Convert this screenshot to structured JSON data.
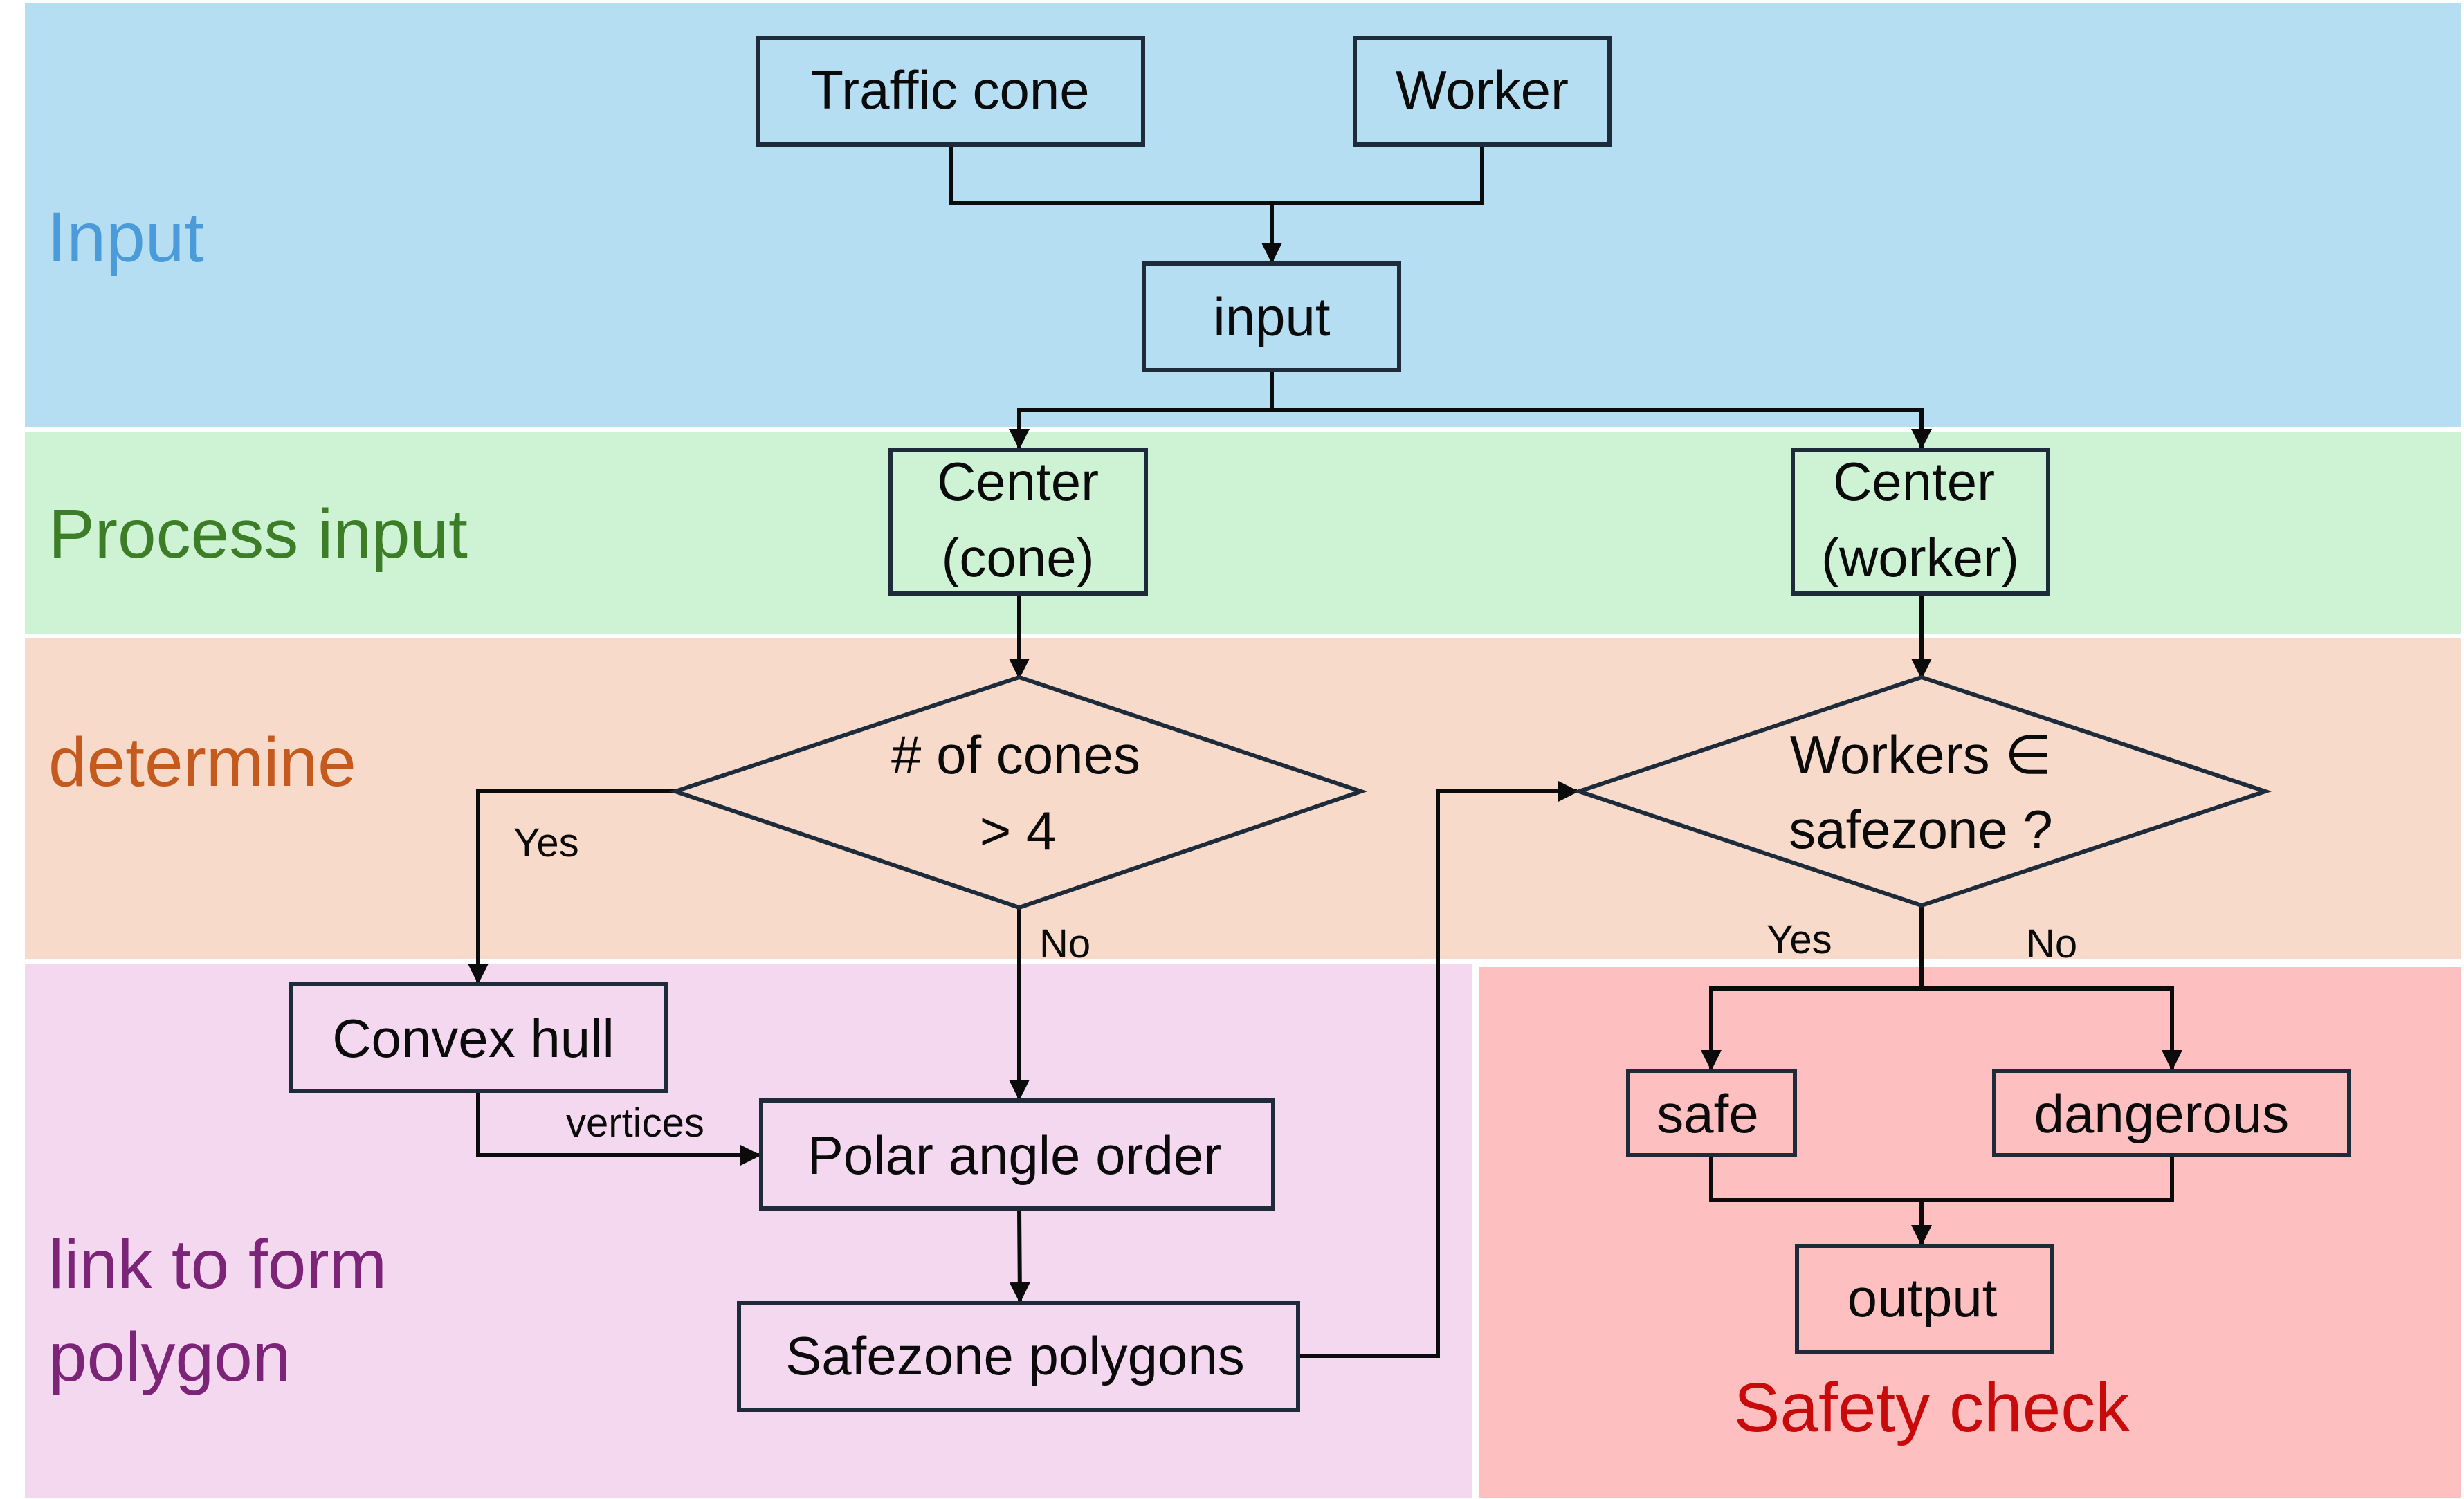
{
  "lanes": {
    "input": {
      "label": "Input",
      "color": "#b5def3",
      "label_color": "#4b9bd8"
    },
    "process": {
      "label": "Process input",
      "color": "#cdf3d4",
      "label_color": "#3d7d28"
    },
    "determine": {
      "label": "determine",
      "color": "#f8dacb",
      "label_color": "#c55a1e"
    },
    "polygon": {
      "label_line1": "link to form",
      "label_line2": "polygon",
      "color": "#f4d8f0",
      "label_color": "#7c2478"
    },
    "safety": {
      "label": "Safety check",
      "color": "#fdbfbf",
      "label_color": "#c90a0a"
    }
  },
  "nodes": {
    "traffic_cone": "Traffic cone",
    "worker": "Worker",
    "input": "input",
    "center_cone_line1": "Center",
    "center_cone_line2": "(cone)",
    "center_worker_line1": "Center",
    "center_worker_line2": "(worker)",
    "cones_decision_line1": "# of cones",
    "cones_decision_line2": "> 4",
    "workers_decision_line1": "Workers ∈",
    "workers_decision_line2": "safezone ?",
    "convex_hull": "Convex hull",
    "polar_angle_order": "Polar angle order",
    "safezone_polygons": "Safezone polygons",
    "safe": "safe",
    "dangerous": "dangerous",
    "output": "output"
  },
  "edge_labels": {
    "cones_yes": "Yes",
    "cones_no": "No",
    "hull_vertices": "vertices",
    "workers_yes": "Yes",
    "workers_no": "No"
  }
}
